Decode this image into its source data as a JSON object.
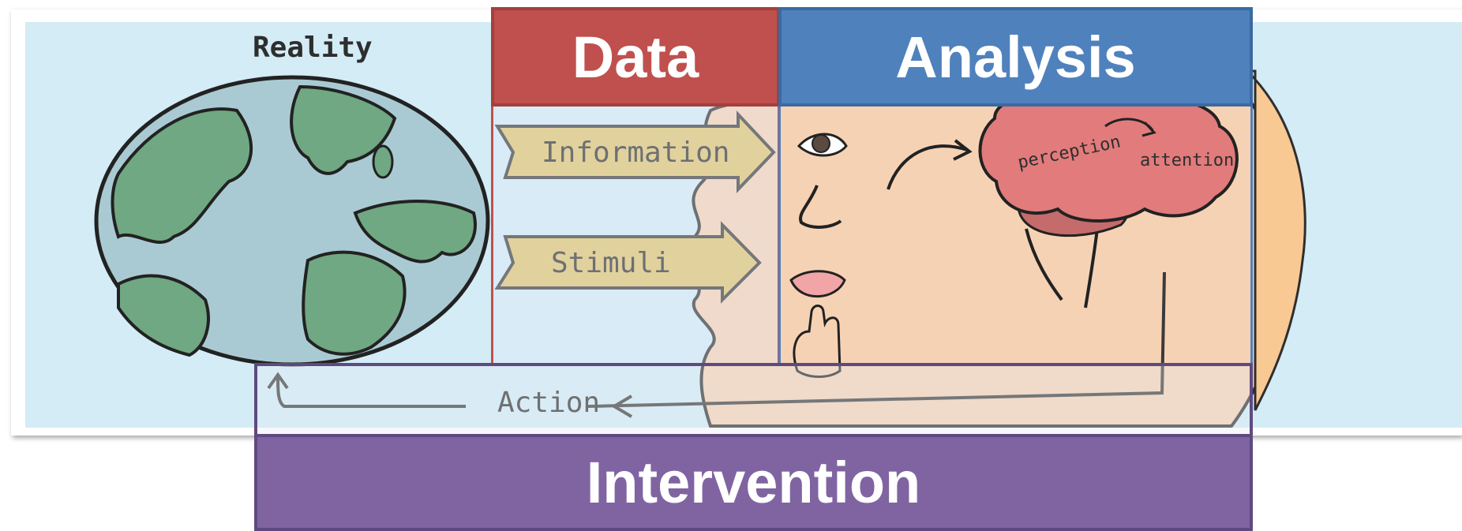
{
  "labels": {
    "reality": "Reality",
    "information": "Information",
    "stimuli": "Stimuli",
    "perception": "perception",
    "attention": "attention",
    "action": "Action"
  },
  "boxes": {
    "data": "Data",
    "analysis": "Analysis",
    "intervention": "Intervention"
  },
  "colors": {
    "data": "#c0504d",
    "analysis": "#4f81bd",
    "intervention": "#8064a2",
    "sky": "#d3ecf6",
    "face": "#f6d2b4",
    "earth_land": "#6fa882",
    "earth_sea": "#aacad3",
    "arrow": "#e0c36c",
    "brain": "#e27b7b"
  }
}
